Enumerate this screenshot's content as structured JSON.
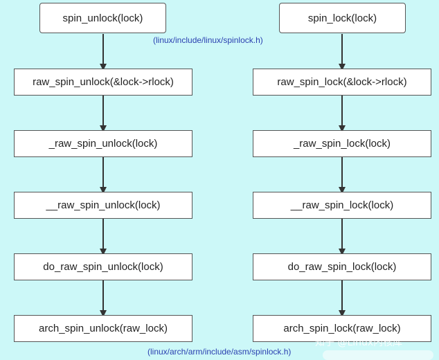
{
  "left_chain": [
    "spin_unlock(lock)",
    "raw_spin_unlock(&lock->rlock)",
    "_raw_spin_unlock(lock)",
    "__raw_spin_unlock(lock)",
    "do_raw_spin_unlock(lock)",
    "arch_spin_unlock(raw_lock)"
  ],
  "right_chain": [
    "spin_lock(lock)",
    "raw_spin_lock(&lock->rlock)",
    "_raw_spin_lock(lock)",
    "__raw_spin_lock(lock)",
    "do_raw_spin_lock(lock)",
    "arch_spin_lock(raw_lock)"
  ],
  "labels": {
    "top_path": "(linux/include/linux/spinlock.h)",
    "bottom_path": "(linux/arch/arm/include/asm/spinlock.h)"
  },
  "watermark": "知乎 @Linux内核库",
  "colors": {
    "background": "#ccf8f8",
    "box_border": "#555555",
    "arrow": "#333333",
    "path_label": "#2a3fb0"
  }
}
